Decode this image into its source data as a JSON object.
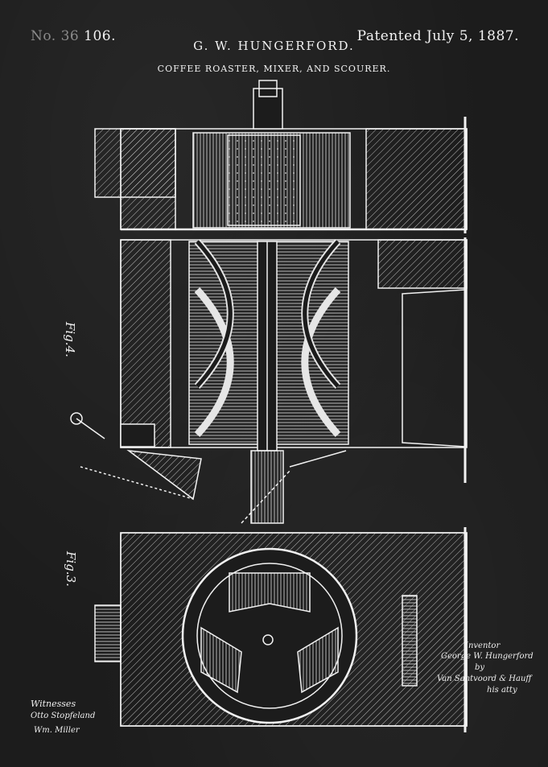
{
  "header": {
    "patent_prefix": "No. 36",
    "patent_number": "106.",
    "inventor_heading": "G. W. HUNGERFORD.",
    "date": "Patented July 5, 1887.",
    "subtitle": "COFFEE ROASTER, MIXER, AND SCOURER."
  },
  "figures": {
    "fig4_label": "Fig.4.",
    "fig3_label": "Fig.3."
  },
  "signatures": {
    "witnesses_heading": "Witnesses",
    "witness_1": "Otto Stopfeland",
    "witness_2": "Wm. Miller",
    "inventor_heading": "Inventor",
    "inventor_name": "George W. Hungerford",
    "by": "by",
    "attorney": "Van Santvoord & Hauff",
    "attorney_suffix": "his atty"
  },
  "colors": {
    "background": "#1c1c1c",
    "ink": "#f2f2f2"
  }
}
